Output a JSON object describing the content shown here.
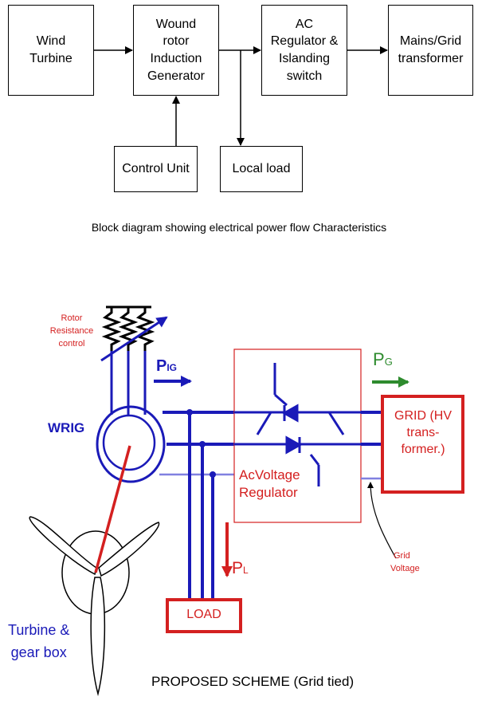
{
  "block_diagram": {
    "blocks": {
      "wind_turbine": "Wind\nTurbine",
      "wrig": "Wound\nrotor\nInduction\nGenerator",
      "ac_regulator": "AC\nRegulator &\nIslanding\nswitch",
      "mains_grid": "Mains/Grid\ntransformer",
      "control_unit": "Control Unit",
      "local_load": "Local load"
    },
    "caption": "Block diagram showing electrical power flow Characteristics"
  },
  "scheme": {
    "rotor_label_1": "Rotor",
    "rotor_label_2": "Resistance",
    "rotor_label_3": "control",
    "p_ig_main": "P",
    "p_ig_sub": "IG",
    "wrig_label": "WRIG",
    "p_g_main": "P",
    "p_g_sub": "G",
    "grid_line_1": "GRID (HV",
    "grid_line_2": "trans-",
    "grid_line_3": "former.)",
    "regulator_line_1": "AcVoltage",
    "regulator_line_2": "Regulator",
    "p_l_main": "P",
    "p_l_sub": "L",
    "grid_voltage_1": "Grid",
    "grid_voltage_2": "Voltage",
    "load_label": "LOAD",
    "turbine_line_1": "Turbine &",
    "turbine_line_2": "gear box",
    "caption": "PROPOSED SCHEME (Grid tied)",
    "colors": {
      "blue": "#1a1ab8",
      "red": "#d42020",
      "green": "#2e8b2e",
      "light_blue": "#8080e0"
    }
  }
}
